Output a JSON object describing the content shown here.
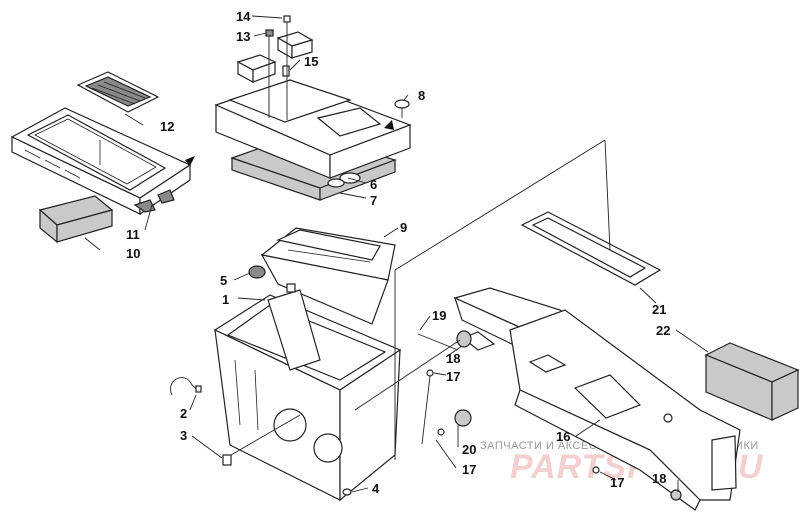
{
  "callouts": {
    "c1": "1",
    "c2": "2",
    "c3": "3",
    "c4": "4",
    "c5": "5",
    "c6": "6",
    "c7": "7",
    "c8": "8",
    "c9": "9",
    "c10": "10",
    "c11": "11",
    "c12": "12",
    "c13": "13",
    "c14": "14",
    "c15": "15",
    "c16": "16",
    "c17a": "17",
    "c17b": "17",
    "c17c": "17",
    "c18a": "18",
    "c18b": "18",
    "c19": "19",
    "c20": "20",
    "c21": "21",
    "c22": "22"
  },
  "watermark": {
    "subtitle": "ЗАПЧАСТИ И АКСЕССУАРЫ ДЛЯ МОТОТЕХНИКИ",
    "logo_text": "PARTSFOR.RU"
  }
}
